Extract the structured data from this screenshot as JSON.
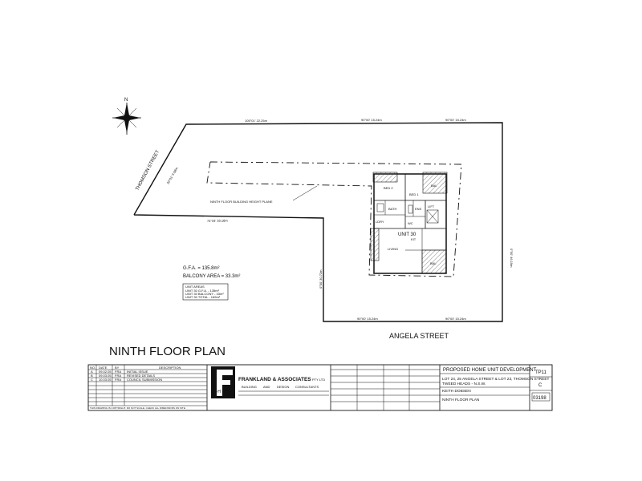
{
  "north_label": "N",
  "street_thomson": "THOMSON STREET",
  "street_angela": "ANGELA STREET",
  "bearings": {
    "top_1": "105°01' 22.25m",
    "top_2": "90°00' 15.24m",
    "top_3": "90°00' 15.24m",
    "thomson_side": "20°01' 9.58m",
    "inner": "74°34' 33.16m",
    "mid_vertical": "0°00' 30.72m",
    "right_vertical": "0°00' 46.19m",
    "bottom_1": "90°00' 15.24m",
    "bottom_2": "90°00' 15.24m"
  },
  "height_plane_label": "NINTH FLOOR BUILDING HEIGHT PLANE",
  "unit_label": "UNIT 30",
  "rooms": {
    "bed2": "BED 2",
    "bed1": "BED 1",
    "living": "LIVING",
    "kitchen": "KIT",
    "bath": "BATH",
    "ens": "ENS",
    "ldry": "LDRY",
    "wc": "WC",
    "lift": "LIFT",
    "bal1": "BAL",
    "bal2": "BAL"
  },
  "areas": {
    "gfa": "G.F.A. = 135.8m²",
    "balcony": "BALCONY AREA = 33.3m²"
  },
  "area_table": [
    "UNIT AREAS",
    "UNIT 30 G.F.A. - 135m²",
    "UNIT 30 BALCONY - 33m²",
    "UNIT 30 TOTAL - 169m²"
  ],
  "plan_title": "NINTH FLOOR PLAN",
  "revision_table": {
    "headers": [
      "NO.",
      "DATE",
      "BY",
      "DESCRIPTION"
    ],
    "rows": [
      [
        "A",
        "09.02.05",
        "FRA",
        "INITIAL ISSUE"
      ],
      [
        "B",
        "09.03.05",
        "FRA",
        "REVISED DETAILS"
      ],
      [
        "C",
        "10.03.05",
        "FRA",
        "COUNCIL SUBMISSION"
      ]
    ],
    "footnote": "THIS DRAWING IS COPYRIGHT. DO NOT SCALE. CHECK ALL DIMENSIONS ON SITE."
  },
  "firm": {
    "monogram_top": "F",
    "monogram_bottom": "R·H",
    "name": "FRANKLAND & ASSOCIATES",
    "suffix": "PTY LTD",
    "line1": "BUILDING",
    "line2": "AND",
    "line3": "DESIGN",
    "line4": "CONSULTANTS"
  },
  "project": {
    "title": "PROPOSED HOME UNIT DEVELOPMENT",
    "address1": "LOT 24, 25 ANGELA STREET & LOT 23, THOMSON STREET",
    "address2": "TWEED HEADS - N.S.W.",
    "client": "KEITH DOBSEN",
    "drawing": "NINTH FLOOR PLAN",
    "sheet_no": "TP11",
    "rev": "C",
    "job_no": "03198"
  }
}
